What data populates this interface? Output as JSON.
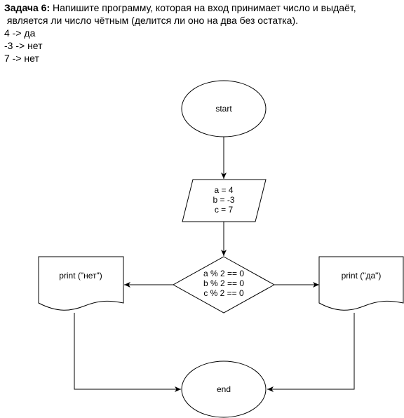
{
  "task": {
    "title": "Задача 6:",
    "text_line1": " Напишите программу, которая на вход принимает число и выдаёт,",
    "text_line2": " является ли число чётным (делится ли оно на два без остатка).",
    "examples": [
      "4 -> да",
      "-3 -> нет",
      "7 -> нет"
    ]
  },
  "flowchart": {
    "start_label": "start",
    "input_lines": [
      "a = 4",
      "b = -3",
      "c = 7"
    ],
    "decision_lines": [
      "a % 2 == 0",
      "b % 2 == 0",
      "c % 2 == 0"
    ],
    "output_no": "print (\"нет\")",
    "output_yes": "print (\"да\")",
    "end_label": "end"
  }
}
